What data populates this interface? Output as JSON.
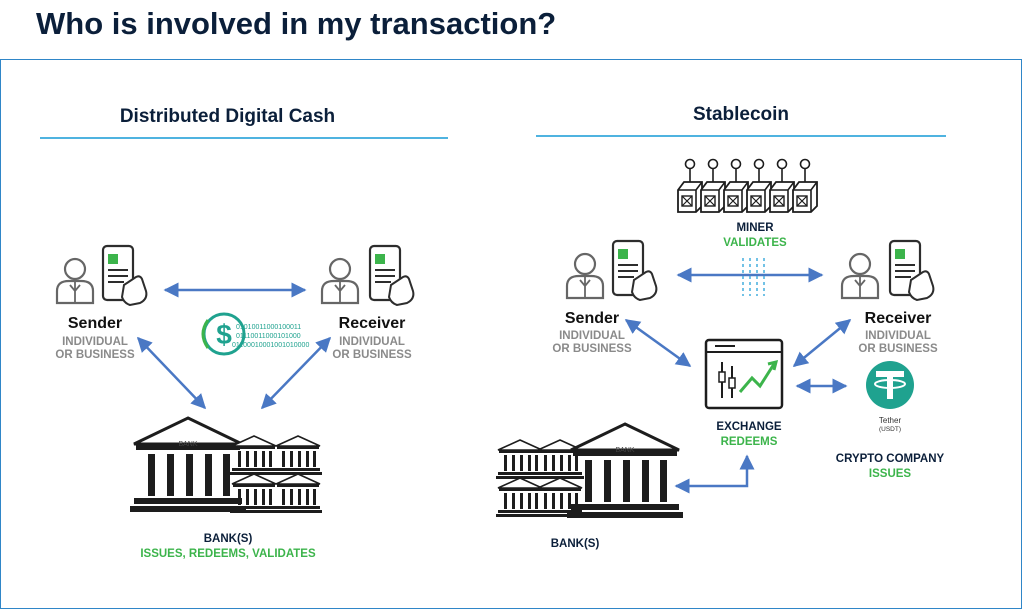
{
  "title": "Who is involved in my transaction?",
  "left_panel": {
    "heading": "Distributed Digital Cash",
    "sender": {
      "name": "Sender",
      "sub1": "INDIVIDUAL",
      "sub2": "OR BUSINESS"
    },
    "receiver": {
      "name": "Receiver",
      "sub1": "INDIVIDUAL",
      "sub2": "OR BUSINESS"
    },
    "digital_dollar": {
      "binary1": "01010011000100011",
      "binary2": "01110011000101000",
      "binary3": "01100010001001010000"
    },
    "bank": {
      "building_label": "BANK",
      "label": "BANK(S)",
      "roles": "ISSUES, REDEEMS, VALIDATES"
    }
  },
  "right_panel": {
    "heading": "Stablecoin",
    "miner": {
      "label": "MINER",
      "role": "VALIDATES"
    },
    "sender": {
      "name": "Sender",
      "sub1": "INDIVIDUAL",
      "sub2": "OR BUSINESS"
    },
    "receiver": {
      "name": "Receiver",
      "sub1": "INDIVIDUAL",
      "sub2": "OR BUSINESS"
    },
    "exchange": {
      "label": "EXCHANGE",
      "role": "REDEEMS"
    },
    "tether": {
      "name": "Tether",
      "ticker": "(USDT)"
    },
    "crypto_company": {
      "label": "CRYPTO COMPANY",
      "role": "ISSUES"
    },
    "bank": {
      "building_label": "BANK",
      "label": "BANK(S)"
    }
  },
  "colors": {
    "navy": "#0b1f3a",
    "green": "#3cb44b",
    "arrow": "#4a78c4",
    "frame": "#2f86c8",
    "rule": "#4fb3e0",
    "teal": "#1fa28f"
  }
}
